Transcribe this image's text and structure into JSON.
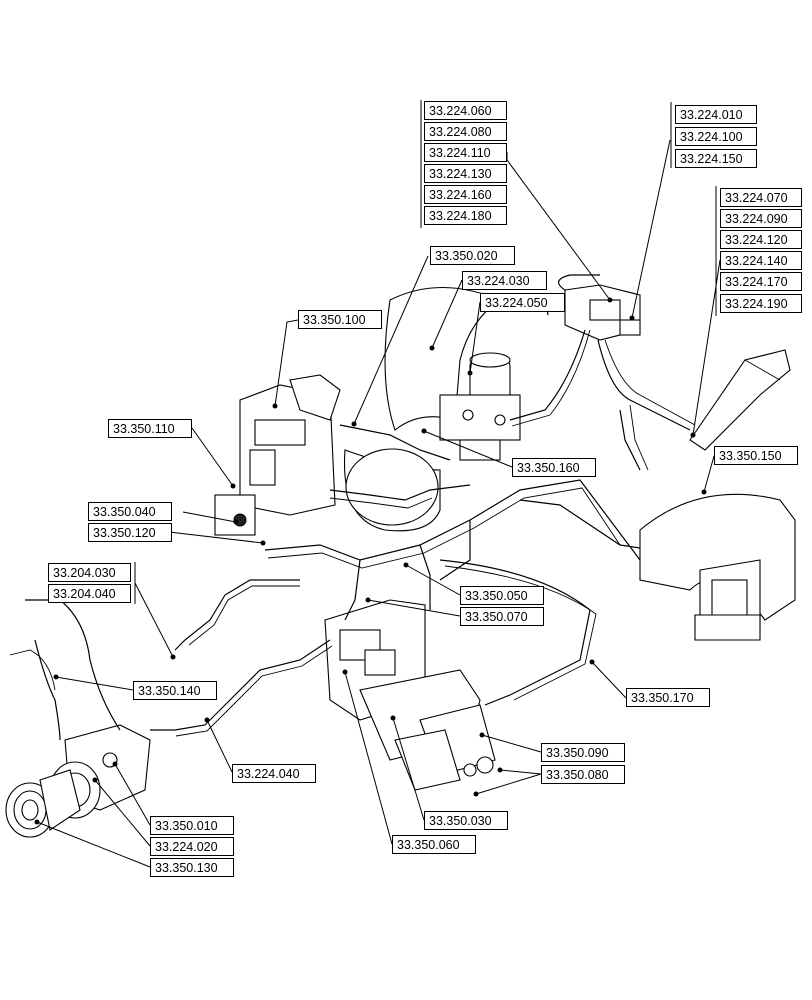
{
  "labels": {
    "l_224_060": "33.224.060",
    "l_224_080": "33.224.080",
    "l_224_110": "33.224.110",
    "l_224_130": "33.224.130",
    "l_224_160": "33.224.160",
    "l_224_180": "33.224.180",
    "l_224_010": "33.224.010",
    "l_224_100": "33.224.100",
    "l_224_150": "33.224.150",
    "l_224_070": "33.224.070",
    "l_224_090": "33.224.090",
    "l_224_120": "33.224.120",
    "l_224_140": "33.224.140",
    "l_224_170": "33.224.170",
    "l_224_190": "33.224.190",
    "l_350_020": "33.350.020",
    "l_224_030": "33.224.030",
    "l_224_050": "33.224.050",
    "l_350_100": "33.350.100",
    "l_350_110": "33.350.110",
    "l_350_160": "33.350.160",
    "l_350_150": "33.350.150",
    "l_350_040": "33.350.040",
    "l_350_120": "33.350.120",
    "l_204_030": "33.204.030",
    "l_204_040": "33.204.040",
    "l_350_050": "33.350.050",
    "l_350_070": "33.350.070",
    "l_350_140": "33.350.140",
    "l_350_170": "33.350.170",
    "l_224_040": "33.224.040",
    "l_350_090": "33.350.090",
    "l_350_080": "33.350.080",
    "l_350_010": "33.350.010",
    "l_224_020": "33.224.020",
    "l_350_030": "33.350.030",
    "l_350_130": "33.350.130",
    "l_350_060": "33.350.060"
  }
}
